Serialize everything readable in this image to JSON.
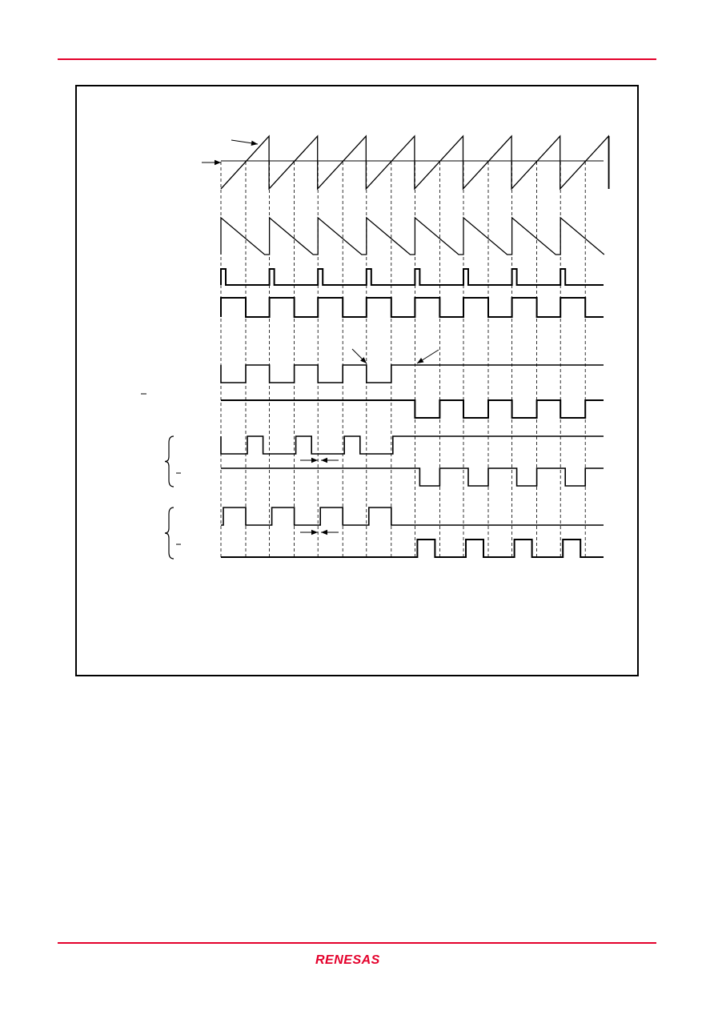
{
  "page": {
    "accent_color": "#e4002b",
    "line_color": "#000000"
  },
  "logo": {
    "text": "RENESAS",
    "color": "#e4002b"
  },
  "diagram": {
    "pulse_periods": 8,
    "switch_after_period": 4,
    "dashed_guides": "on",
    "annotations": [
      "arrow",
      "arrow",
      "arrow",
      "arrow",
      "dead-time-arrows",
      "dead-time-arrows"
    ],
    "brackets": 2
  }
}
